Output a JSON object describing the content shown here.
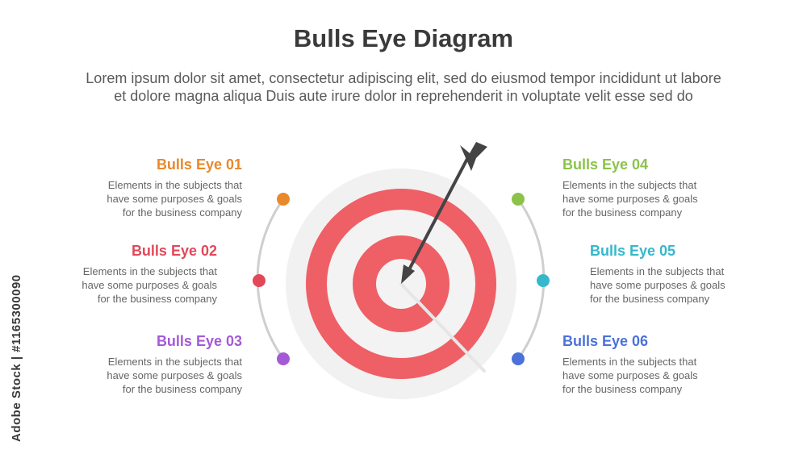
{
  "title": "Bulls Eye Diagram",
  "subtitle": {
    "line1": "Lorem ipsum dolor sit amet, consectetur adipiscing elit, sed do eiusmod tempor incididunt ut labore",
    "line2": "et dolore magna aliqua Duis aute irure dolor in reprehenderit in voluptate velit esse sed do"
  },
  "items": [
    {
      "heading": "Bulls Eye 01",
      "color": "#e8892b",
      "desc": [
        "Elements in the subjects that",
        "have  some purposes & goals",
        "for the  business company"
      ]
    },
    {
      "heading": "Bulls Eye 02",
      "color": "#e2485a",
      "desc": [
        "Elements in the subjects that",
        "have  some purposes & goals",
        "for the  business company"
      ]
    },
    {
      "heading": "Bulls Eye 03",
      "color": "#a45ad6",
      "desc": [
        "Elements in the subjects that",
        "have  some purposes & goals",
        "for the  business company"
      ]
    },
    {
      "heading": "Bulls Eye 04",
      "color": "#8bc34a",
      "desc": [
        "Elements in the subjects that",
        "have  some purposes & goals",
        "for the  business company"
      ]
    },
    {
      "heading": "Bulls Eye 05",
      "color": "#35b8cc",
      "desc": [
        "Elements in the subjects that",
        "have  some purposes & goals",
        "for the  business company"
      ]
    },
    {
      "heading": "Bulls Eye 06",
      "color": "#4a72d8",
      "desc": [
        "Elements in the subjects that",
        "have  some purposes & goals",
        "for the  business company"
      ]
    }
  ],
  "colors": {
    "target_red": "#ef5f66",
    "target_outer_bg": "#f1f1f1",
    "arc_gray": "#cfcfcf",
    "arrow": "#444444"
  },
  "watermark": "Adobe Stock | #1165300090"
}
